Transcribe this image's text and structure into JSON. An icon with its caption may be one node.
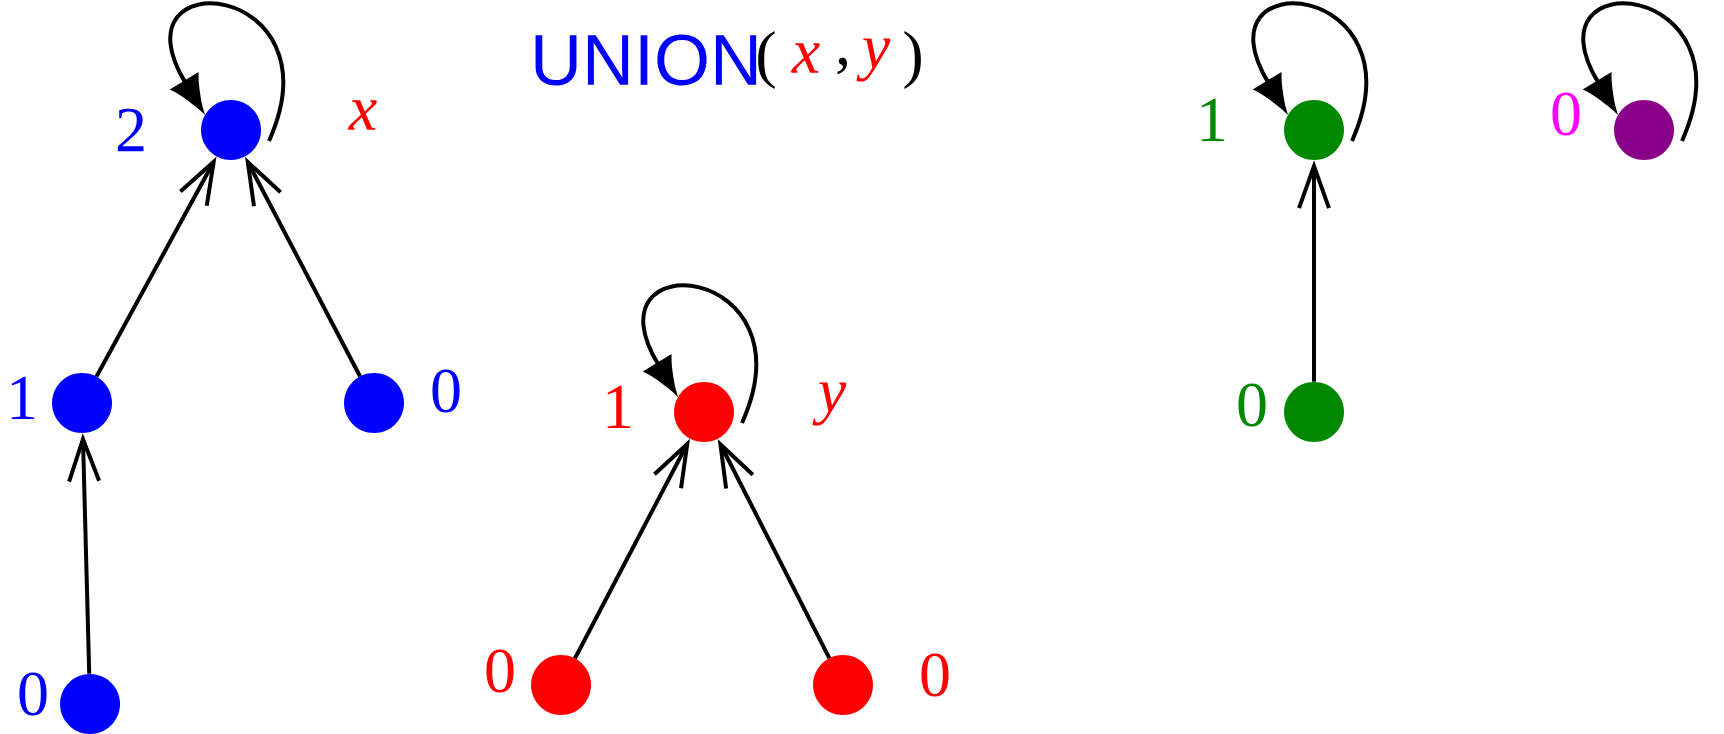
{
  "diagram": {
    "title": "UNION",
    "nodes": [
      {
        "text": [],
        "shape": "circle",
        "beside": [
          "2",
          "x"
        ]
      },
      {
        "text": [],
        "shape": "circle",
        "beside": [
          "1"
        ]
      },
      {
        "text": [],
        "shape": "circle",
        "beside": [
          "0"
        ]
      },
      {
        "text": [],
        "shape": "circle",
        "beside": [
          "0"
        ]
      },
      {
        "text": [],
        "shape": "circle",
        "beside": [
          "1",
          "y"
        ]
      },
      {
        "text": [],
        "shape": "circle",
        "beside": [
          "0"
        ]
      },
      {
        "text": [],
        "shape": "circle",
        "beside": [
          "0"
        ]
      },
      {
        "text": [],
        "shape": "circle",
        "beside": [
          "1"
        ]
      },
      {
        "text": [],
        "shape": "circle",
        "beside": [
          "0"
        ]
      },
      {
        "text": [],
        "shape": "circle",
        "beside": [
          "0"
        ]
      }
    ],
    "edges": [
      {
        "from": 0,
        "to": 0,
        "arrow": "to"
      },
      {
        "from": 1,
        "to": 0,
        "arrow": "to"
      },
      {
        "from": 2,
        "to": 0,
        "arrow": "to"
      },
      {
        "from": 3,
        "to": 1,
        "arrow": "to"
      },
      {
        "from": 4,
        "to": 4,
        "arrow": "to"
      },
      {
        "from": 5,
        "to": 4,
        "arrow": "to"
      },
      {
        "from": 6,
        "to": 4,
        "arrow": "to"
      },
      {
        "from": 7,
        "to": 7,
        "arrow": "to"
      },
      {
        "from": 8,
        "to": 7,
        "arrow": "to"
      },
      {
        "from": 9,
        "to": 9,
        "arrow": "to"
      }
    ],
    "labels": [
      "(",
      "x",
      ",",
      "y",
      ")"
    ]
  }
}
